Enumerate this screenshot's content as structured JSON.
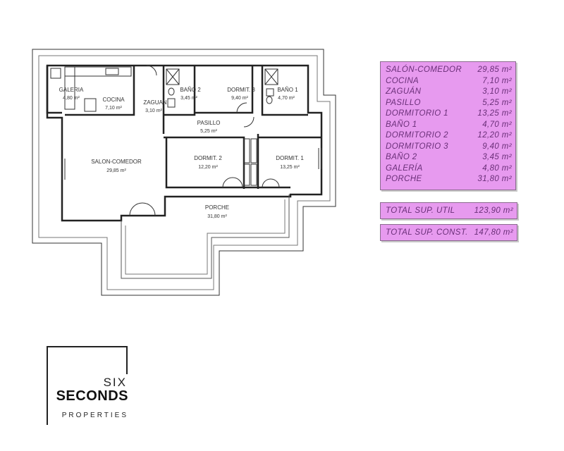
{
  "rooms": {
    "galeria": {
      "label": "GALERIA",
      "area": "4,80 m²"
    },
    "cocina": {
      "label": "COCINA",
      "area": "7,10 m²"
    },
    "zaguan": {
      "label": "ZAGUAN",
      "area": "3,10 m²"
    },
    "bano2": {
      "label": "BAÑO 2",
      "area": "3,45 m²"
    },
    "dormit3": {
      "label": "DORMIT. 3",
      "area": "9,40 m²"
    },
    "bano1": {
      "label": "BAÑO 1",
      "area": "4,70 m²"
    },
    "pasillo": {
      "label": "PASILLO",
      "area": "5,25 m²"
    },
    "salon": {
      "label": "SALON-COMEDOR",
      "area": "29,85 m²"
    },
    "dormit2": {
      "label": "DORMIT. 2",
      "area": "12,20 m²"
    },
    "dormit1": {
      "label": "DORMIT. 1",
      "area": "13,25 m²"
    },
    "porche": {
      "label": "PORCHE",
      "area": "31,80 m²"
    }
  },
  "area_table": [
    {
      "name": "SALÓN-COMEDOR",
      "value": "29,85 m²"
    },
    {
      "name": "COCINA",
      "value": "7,10 m²"
    },
    {
      "name": "ZAGUÁN",
      "value": "3,10 m²"
    },
    {
      "name": "PASILLO",
      "value": "5,25 m²"
    },
    {
      "name": "DORMITORIO 1",
      "value": "13,25 m²"
    },
    {
      "name": "BAÑO 1",
      "value": "4,70 m²"
    },
    {
      "name": "DORMITORIO 2",
      "value": "12,20 m²"
    },
    {
      "name": "DORMITORIO 3",
      "value": "9,40 m²"
    },
    {
      "name": "BAÑO 2",
      "value": "3,45 m²"
    },
    {
      "name": "GALERÍA",
      "value": "4,80 m²"
    },
    {
      "name": "PORCHE",
      "value": "31,80 m²"
    }
  ],
  "totals": {
    "util": {
      "name": "TOTAL SUP. UTIL",
      "value": "123,90 m²"
    },
    "const": {
      "name": "TOTAL SUP. CONST.",
      "value": "147,80 m²"
    }
  },
  "colors": {
    "table_fill": "#e79aef",
    "table_text": "#6a2f78",
    "walls": "#333333"
  },
  "logo": {
    "line1": "SIX",
    "line2": "SECONDS",
    "line3": "PROPERTIES"
  }
}
